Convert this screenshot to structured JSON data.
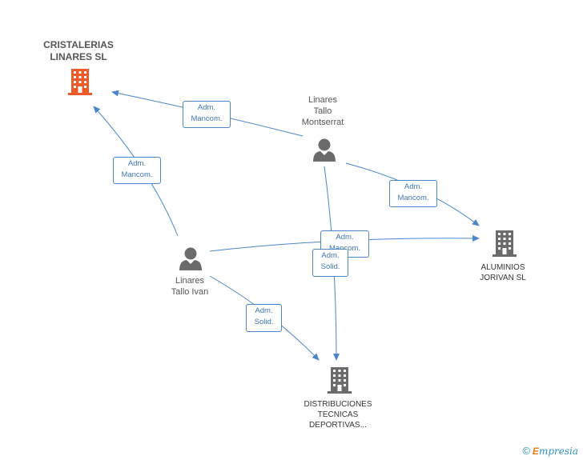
{
  "colors": {
    "edge": "#4a86c8",
    "person_icon": "#6b6b6b",
    "company_icon": "#6b6b6b",
    "focus_company_icon": "#f05a28"
  },
  "nodes": {
    "cristalerias": {
      "lines": [
        "CRISTALERIAS",
        "LINARES SL"
      ],
      "icon": "building-icon"
    },
    "montserrat": {
      "lines": [
        "Linares",
        "Tallo",
        "Montserrat"
      ],
      "icon": "person-icon"
    },
    "ivan": {
      "lines": [
        "Linares",
        "Tallo Ivan"
      ],
      "icon": "person-icon"
    },
    "aluminios": {
      "lines": [
        "ALUMINIOS",
        "JORIVAN SL"
      ],
      "icon": "building-icon"
    },
    "distribuciones": {
      "lines": [
        "DISTRIBUCIONES",
        "TECNICAS",
        "DEPORTIVAS..."
      ],
      "icon": "building-icon"
    }
  },
  "edges": [
    {
      "from": "montserrat",
      "to": "cristalerias",
      "label": [
        "Adm.",
        "Mancom."
      ]
    },
    {
      "from": "ivan",
      "to": "cristalerias",
      "label": [
        "Adm.",
        "Mancom."
      ]
    },
    {
      "from": "montserrat",
      "to": "aluminios",
      "label": [
        "Adm.",
        "Mancom."
      ]
    },
    {
      "from": "ivan",
      "to": "aluminios",
      "label": [
        "Adm.",
        "Mancom."
      ]
    },
    {
      "from": "montserrat",
      "to": "distribuciones",
      "label": [
        "Adm.",
        "Solid."
      ]
    },
    {
      "from": "ivan",
      "to": "distribuciones",
      "label": [
        "Adm.",
        "Solid."
      ]
    }
  ],
  "footer": {
    "copyright": "©",
    "brand_first": "E",
    "brand_rest": "mpresia"
  }
}
